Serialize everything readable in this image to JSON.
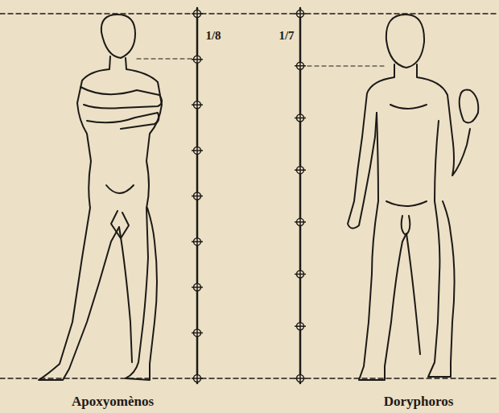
{
  "diagram": {
    "labels": [
      "1/8",
      "1/7",
      "Apoxyomènos",
      "Doryphoros"
    ]
  }
}
